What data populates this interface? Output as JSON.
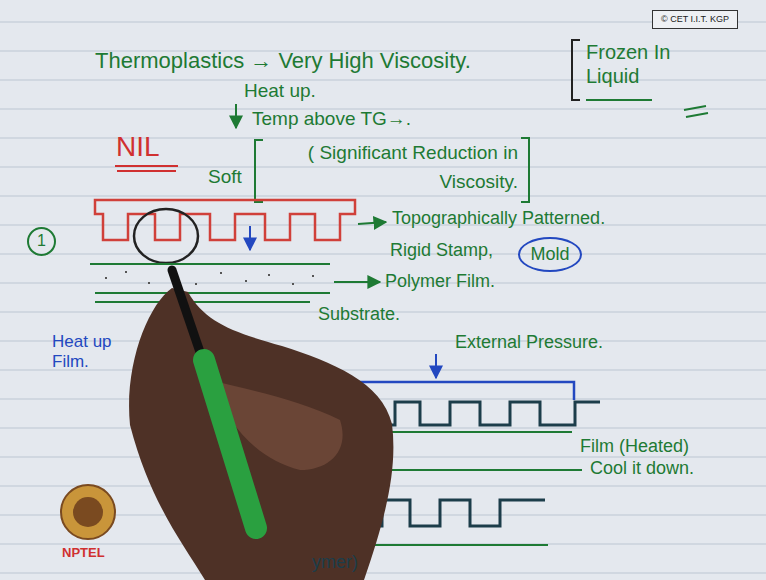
{
  "diagram": {
    "title": "NIL",
    "nodes": [
      {
        "text": [
          "© CET I.I.T. KGP"
        ]
      },
      {
        "text": [
          "1"
        ]
      },
      {
        "text": [
          "Mold"
        ]
      }
    ],
    "labels": [
      "Thermoplastics → Very High Viscosity.",
      "Frozen In Liquid",
      "Heat up.",
      "Temp above TG→.",
      "Soft",
      "( Significant Reduction in Viscosity.",
      "Topographically Patterned.",
      "Rigid Stamp,",
      "Polymer Film.",
      "Substrate.",
      "Heat up Film.",
      "External Pressure.",
      "Film (Heated)",
      "Cool it down.",
      "ymer)",
      "NPTEL"
    ]
  }
}
